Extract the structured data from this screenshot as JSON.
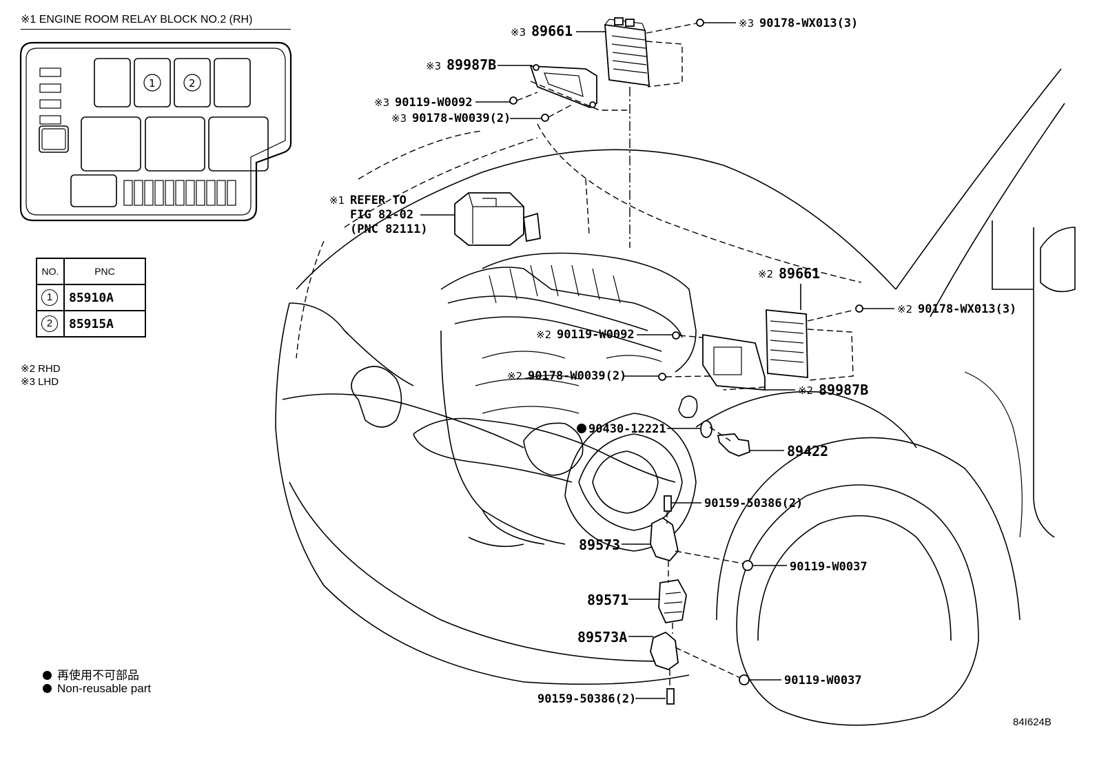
{
  "relay_block": {
    "title": "※1 ENGINE ROOM RELAY BLOCK NO.2 (RH)",
    "slot_1": "1",
    "slot_2": "2"
  },
  "pnc_table": {
    "header_no": "NO.",
    "header_pnc": "PNC",
    "rows": [
      {
        "no": "1",
        "pnc": "85910A"
      },
      {
        "no": "2",
        "pnc": "85915A"
      }
    ]
  },
  "notes": {
    "rhd": "※2 RHD",
    "lhd": "※3 LHD"
  },
  "legend": {
    "jp": "再使用不可部品",
    "en": "Non-reusable part"
  },
  "figure_code": "84I624B",
  "callouts": {
    "c1_prefix": "※3",
    "c1_text": "89661",
    "c2_prefix": "※3",
    "c2_text": "89987B",
    "c3_prefix": "※3",
    "c3_text": "90119-W0092",
    "c4_prefix": "※3",
    "c4_text": "90178-W0039(2)",
    "c5_prefix": "※3",
    "c5_text": "90178-WX013(3)",
    "c6_prefix": "※1",
    "c6_line1": "REFER TO",
    "c6_line2": "FIG 82-02",
    "c6_line3": "(PNC 82111)",
    "c7_prefix": "※2",
    "c7_text": "89661",
    "c8_prefix": "※2",
    "c8_text": "90178-WX013(3)",
    "c9_prefix": "※2",
    "c9_text": "90119-W0092",
    "c10_prefix": "※2",
    "c10_text": "90178-W0039(2)",
    "c11_prefix": "※2",
    "c11_text": "89987B",
    "c12_text": "90430-12221",
    "c13_text": "89422",
    "c14_text": "90159-50386(2)",
    "c15_text": "89573",
    "c16_text": "90119-W0037",
    "c17_text": "89571",
    "c18_text": "89573A",
    "c19_text": "90119-W0037",
    "c20_text": "90159-50386(2)"
  }
}
